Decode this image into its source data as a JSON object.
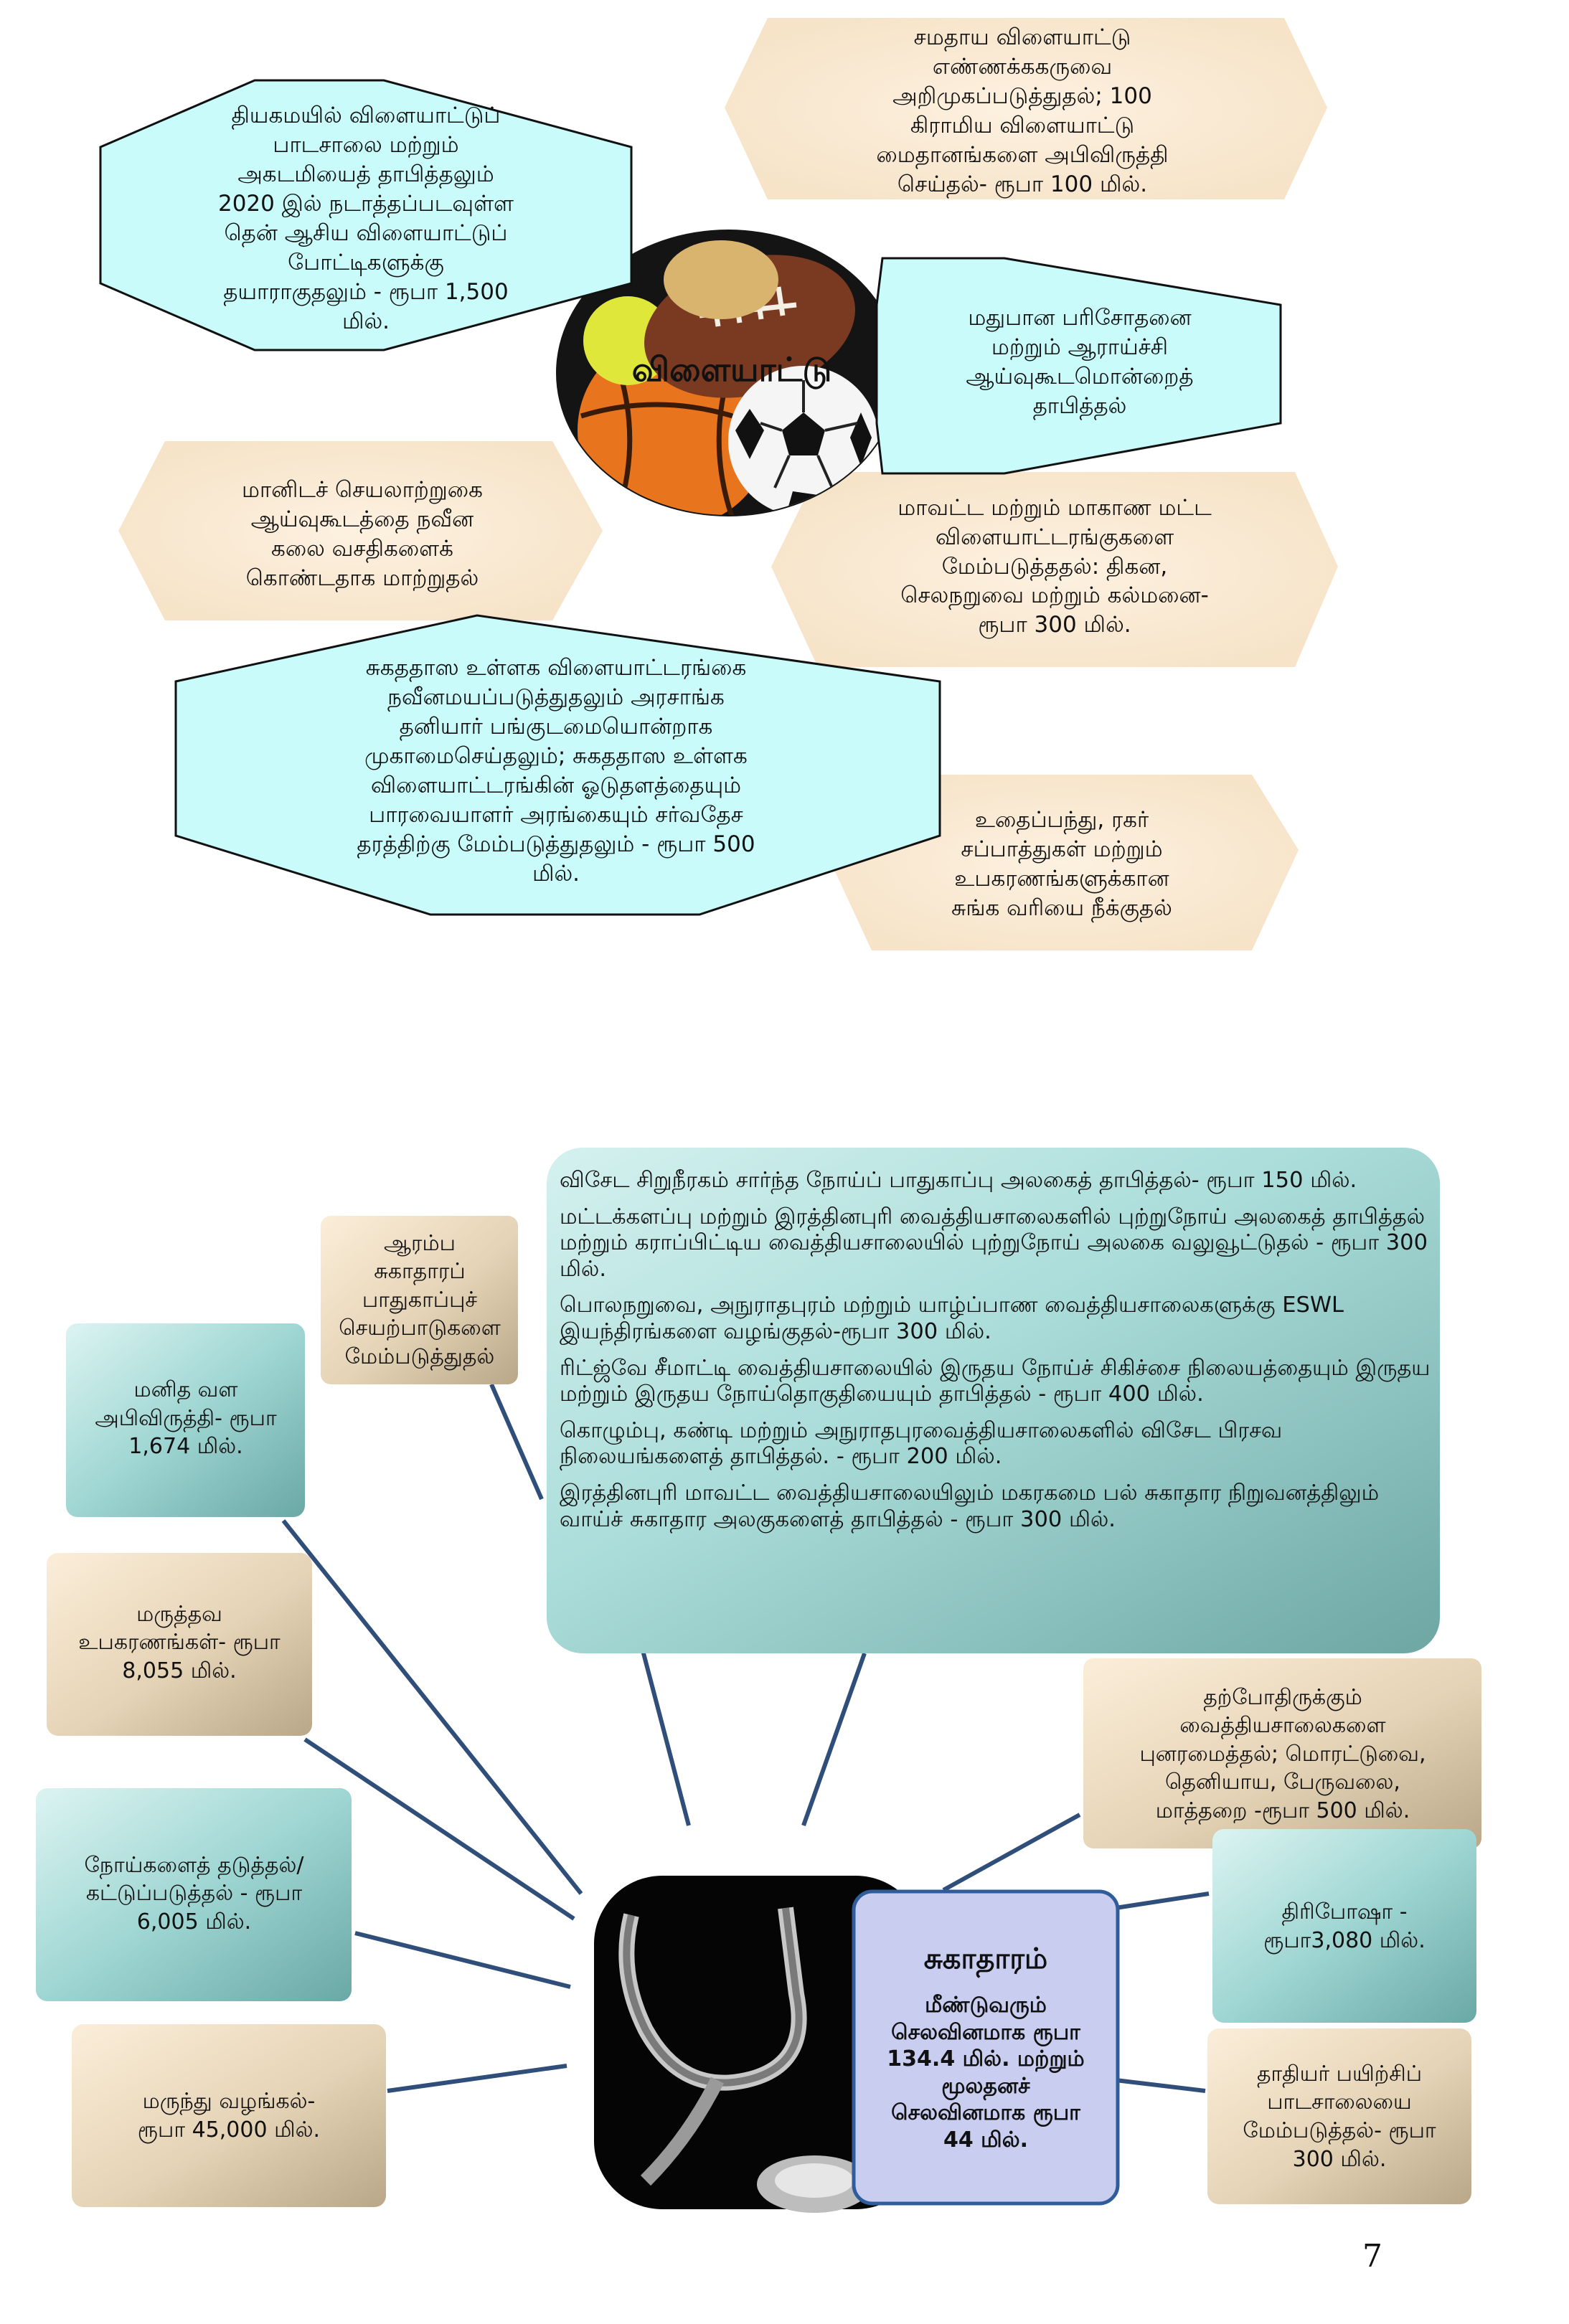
{
  "sports": {
    "center_label": "விளையாட்டு",
    "boxes": {
      "academy": "தியகமயில் விளையாட்டுப்\nபாடசாலை மற்றும்\nஅகடமியைத் தாபித்தலும்\n2020 இல் நடாத்தப்படவுள்ள\nதென் ஆசிய விளையாட்டுப்\nபோட்டிகளுக்கு\nதயாராகுதலும் - ரூபா 1,500\nமில்.",
      "equality_games": "சமதாய விளையாட்டு\nஎண்ணக்ககருவை\nஅறிமுகப்படுத்துதல்; 100\nகிராமிய விளையாட்டு\nமைதானங்களை அபிவிருத்தி\nசெய்தல்- ரூபா 100 மில்.",
      "drug_testing": "மதுபான பரிசோதனை\nமற்றும் ஆராய்ச்சி\nஆய்வுகூடமொன்றைத்\nதாபித்தல்",
      "human_performance": "மானிடச் செயலாற்றுகை\nஆய்வுகூடத்தை நவீன\nகலை வசதிகளைக்\nகொண்டதாக மாற்றுதல்",
      "district_stadiums": "மாவட்ட மற்றும் மாகாண மட்ட\nவிளையாட்டரங்குகளை\nமேம்படுத்ததல்: திகன,\nசெலநறுவை மற்றும் கல்மனை-\nரூபா 300 மில்.",
      "sugathadasa": "சுகததாஸ உள்ளக விளையாட்டரங்கை\nநவீனமயப்படுத்துதலும் அரசாங்க\nதனியார் பங்குடமையொன்றாக\nமுகாமைசெய்தலும்; சுகததாஸ உள்ளக\nவிளையாட்டரங்கின் ஓடுதளத்தையும்\nபாரவையாளர் அரங்கையும் சர்வதேச\nதரத்திற்கு மேம்படுத்துதலும் - ரூபா 500\nமில்.",
      "customs_duty": "உதைப்பந்து, ரகர்\nசப்பாத்துகள் மற்றும்\nஉபகரணங்களுக்கான\nசுங்க வரியை நீக்குதல்"
    }
  },
  "health": {
    "center_title": "சுகாதாரம்",
    "center_body": "மீண்டுவரும்\nசெலவினமாக ரூபா\n134.4 மில். மற்றும்\nமூலதனச்\nசெலவினமாக ரூபா\n44 மில்.",
    "boxes": {
      "primary_health": "ஆரம்ப\nசுகாதாரப்\nபாதுகாப்புச்\nசெயற்பாடுகளை\nமேம்படுத்துதல்",
      "human_resource": "மனித வள\nஅபிவிருத்தி- ரூபா\n1,674 மில்.",
      "medical_equipment": "மருத்தவ\nஉபகரணங்கள்- ரூபா\n8,055 மில்.",
      "disease_prevention": "நோய்களைத் தடுத்தல்/\nகட்டுப்படுத்தல் - ரூபா\n6,005 மில்.",
      "drug_supply": "மருந்து வழங்கல்-\nரூபா 45,000 மில்.",
      "hospital_rebuild": "தற்போதிருக்கும்\nவைத்தியசாலைகளை\nபுனரமைத்தல்; மொரட்டுவை,\nதெனியாய, பேருவலை,\nமாத்தறை -ரூபா 500 மில்.",
      "thriposha": "திரிபோஷா -\nரூபா3,080 மில்.",
      "nursing_school": "தாதியர் பயிற்சிப்\nபாடசாலையை\nமேம்படுத்தல்- ரூபா\n300 மில்."
    },
    "paragraphs": [
      "விசேட சிறுநீரகம் சார்ந்த நோய்ப் பாதுகாப்பு அலகைத் தாபித்தல்- ரூபா 150 மில்.",
      "மட்டக்களப்பு மற்றும் இரத்தினபுரி வைத்தியசாலைகளில் புற்றுநோய் அலகைத் தாபித்தல் மற்றும் கராப்பிட்டிய வைத்தியசாலையில் புற்றுநோய் அலகை வலுவூட்டுதல் - ரூபா 300 மில்.",
      "பொலநறுவை, அநுராதபுரம் மற்றும் யாழ்ப்பாண வைத்தியசாலைகளுக்கு ESWL இயந்திரங்களை வழங்குதல்-ரூபா 300 மில்.",
      "ரிட்ஜ்வே சீமாட்டி வைத்தியசாலையில் இருதய நோய்ச் சிகிச்சை நிலையத்தையும் இருதய மற்றும் இருதய நோய்தொகுதியையும் தாபித்தல் - ரூபா 400 மில்.",
      "கொழும்பு, கண்டி மற்றும் அநுராதபுரவைத்தியசாலைகளில் விசேட பிரசவ நிலையங்களைத் தாபித்தல். - ரூபா 200 மில்.",
      "இரத்தினபுரி மாவட்ட வைத்தியசாலையிலும் மகரகமை பல் சுகாதார நிறுவனத்திலும் வாய்ச் சுகாதார அலகுகளைத் தாபித்தல் - ரூபா 300 மில்."
    ]
  },
  "page_number": "7"
}
